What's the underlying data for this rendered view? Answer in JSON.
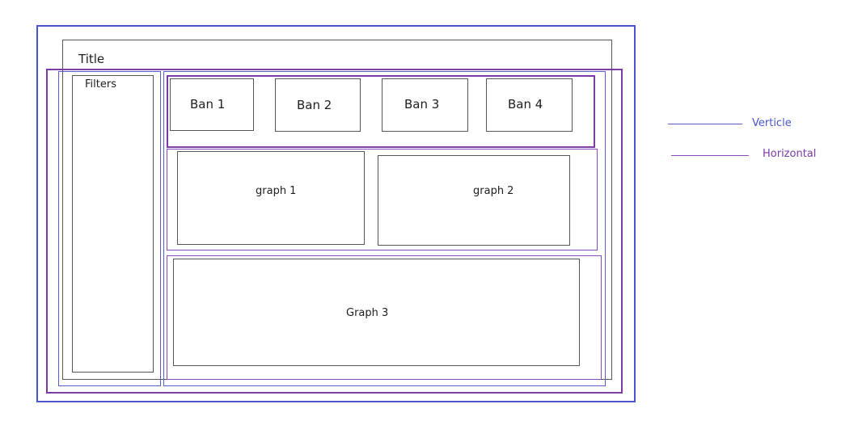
{
  "title": "Title",
  "filters": "Filters",
  "bans": [
    "Ban 1",
    "Ban 2",
    "Ban 3",
    "Ban 4"
  ],
  "graphs": {
    "graph1": "graph 1",
    "graph2": "graph 2",
    "graph3": "Graph 3"
  },
  "legend": {
    "vertical": {
      "label": "Verticle",
      "color": "#5660cc"
    },
    "horizontal": {
      "label": "Horizontal",
      "color": "#8a4bb5"
    }
  }
}
